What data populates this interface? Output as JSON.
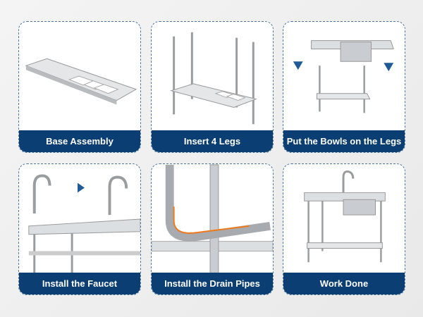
{
  "steps": [
    {
      "label": "Base Assembly"
    },
    {
      "label": "Insert 4 Legs"
    },
    {
      "label": "Put the Bowls on the Legs"
    },
    {
      "label": "Install the Faucet"
    },
    {
      "label": "Install the Drain Pipes"
    },
    {
      "label": "Work Done"
    }
  ],
  "colors": {
    "label_bg": "#0b3f74",
    "border": "#4f77a3",
    "arrow": "#1f5a96",
    "pipe_highlight": "#f07a1a"
  }
}
